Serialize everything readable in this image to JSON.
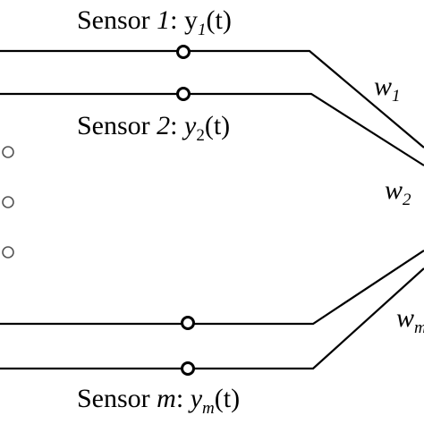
{
  "sensors": [
    {
      "prefix": "Sensor ",
      "index": "1",
      "colon": ": ",
      "sym": "y",
      "sub": "1",
      "arg": "(t)"
    },
    {
      "prefix": "Sensor ",
      "index": "2",
      "colon": ": ",
      "sym": "y",
      "sub": "2",
      "arg": "(t)"
    },
    {
      "prefix": "Sensor ",
      "index": "m",
      "colon": ": ",
      "sym": "y",
      "sub": "m",
      "arg": "(t)"
    }
  ],
  "weights": [
    {
      "sym": "w",
      "sub": "1"
    },
    {
      "sym": "w",
      "sub": "2"
    },
    {
      "sym": "w",
      "sub": "m"
    }
  ],
  "ellipsis_dots": 3,
  "colors": {
    "line": "#000000",
    "dot_outline": "#555555"
  }
}
